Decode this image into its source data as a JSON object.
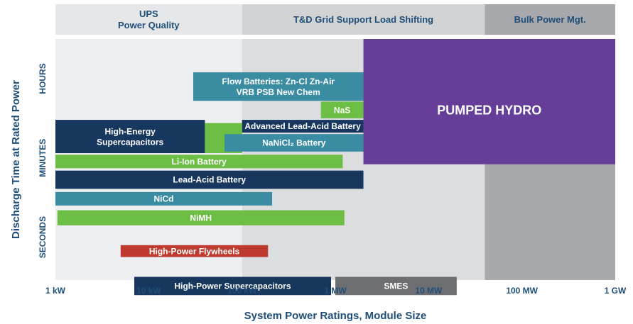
{
  "chart_data": {
    "type": "bar",
    "subtype": "floating-range",
    "xlabel": "System Power Ratings, Module Size",
    "ylabel": "Discharge Time at Rated Power",
    "x_scale": "log",
    "x_unit": "kW",
    "x_ticks": [
      {
        "value": 1,
        "label": "1 kW"
      },
      {
        "value": 10,
        "label": "10 kW"
      },
      {
        "value": 100,
        "label": "100 kW"
      },
      {
        "value": 1000,
        "label": "1 MW"
      },
      {
        "value": 10000,
        "label": "10 MW"
      },
      {
        "value": 100000,
        "label": "100 MW"
      },
      {
        "value": 1000000,
        "label": "1 GW"
      }
    ],
    "y_bands": [
      {
        "label": "HOURS",
        "range": [
          0,
          1
        ]
      },
      {
        "label": "MINUTES",
        "range": [
          1,
          2
        ]
      },
      {
        "label": "SECONDS",
        "range": [
          2,
          3
        ]
      }
    ],
    "applications": [
      {
        "label": "UPS\nPower Quality",
        "x_from": 1,
        "x_to": 100,
        "color": "#e6e7e8"
      },
      {
        "label": "T&D Grid Support Load Shifting",
        "x_from": 100,
        "x_to": 40000,
        "color": "#d1d3d4"
      },
      {
        "label": "Bulk Power Mgt.",
        "x_from": 40000,
        "x_to": 1000000,
        "color": "#a7a9ac"
      }
    ],
    "technologies": [
      {
        "label": "Flow Batteries: Zn-Cl   Zn-Air\nVRB        PSB    New Chem",
        "x_from": 30,
        "x_to": 2000,
        "duration_from": 0.42,
        "duration_to": 0.78,
        "color": "#3a8ca3"
      },
      {
        "label": "PUMPED HYDRO",
        "x_from": 2000,
        "x_to": 1000000,
        "duration_from": 0.0,
        "duration_to": 1.58,
        "color": "#663e99"
      },
      {
        "label": "NaS",
        "x_from": 700,
        "x_to": 2000,
        "duration_from": 0.79,
        "duration_to": 1.0,
        "color": "#6dbe45"
      },
      {
        "label": "Advanced Lead-Acid Battery",
        "x_from": 100,
        "x_to": 2000,
        "duration_from": 1.02,
        "duration_to": 1.18,
        "color": "#17375e"
      },
      {
        "label": "High-Energy\nSupercapacitors",
        "x_from": 1,
        "x_to": 40,
        "duration_from": 1.02,
        "duration_to": 1.44,
        "color": "#17375e"
      },
      {
        "label": "",
        "x_from": 40,
        "x_to": 100,
        "duration_from": 1.06,
        "duration_to": 1.44,
        "color": "#6dbe45"
      },
      {
        "label": "NaNiCl₂ Battery",
        "x_from": 65,
        "x_to": 2000,
        "duration_from": 1.2,
        "duration_to": 1.42,
        "color": "#3a8ca3"
      },
      {
        "label": "Li-Ion Battery",
        "x_from": 1,
        "x_to": 1200,
        "duration_from": 1.46,
        "duration_to": 1.63,
        "color": "#6dbe45"
      },
      {
        "label": "Lead-Acid Battery",
        "x_from": 1,
        "x_to": 2000,
        "duration_from": 1.66,
        "duration_to": 1.89,
        "color": "#17375e"
      },
      {
        "label": "NiCd",
        "x_from": 1,
        "x_to": 210,
        "duration_from": 1.93,
        "duration_to": 2.1,
        "color": "#3a8ca3"
      },
      {
        "label": "NiMH",
        "x_from": 1.05,
        "x_to": 1250,
        "duration_from": 2.16,
        "duration_to": 2.35,
        "color": "#6dbe45"
      },
      {
        "label": "High-Power Flywheels",
        "x_from": 5,
        "x_to": 190,
        "duration_from": 2.6,
        "duration_to": 2.75,
        "color": "#be3a2e"
      },
      {
        "label": "High-Power Supercapacitors",
        "x_from": 7,
        "x_to": 900,
        "duration_from": 3.0,
        "duration_to": 3.23,
        "color": "#17375e"
      },
      {
        "label": "SMES",
        "x_from": 1000,
        "x_to": 20000,
        "duration_from": 3.0,
        "duration_to": 3.23,
        "color": "#6d6e71"
      }
    ]
  }
}
